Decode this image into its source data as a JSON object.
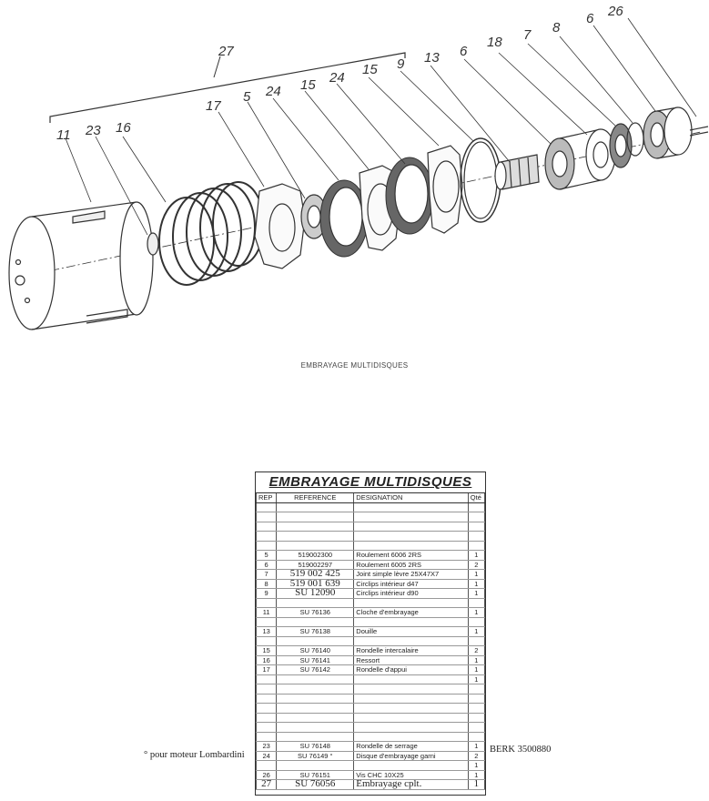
{
  "diagram": {
    "callouts": [
      "27",
      "11",
      "23",
      "16",
      "17",
      "5",
      "24",
      "15",
      "24",
      "15",
      "9",
      "13",
      "6",
      "18",
      "7",
      "8",
      "6",
      "26"
    ],
    "caption": "EMBRAYAGE MULTIDISQUES"
  },
  "table": {
    "title": "EMBRAYAGE MULTIDISQUES",
    "headers": [
      "REP",
      "REFERENCE",
      "DESIGNATION",
      "Qté"
    ],
    "rows": [
      {
        "rep": "",
        "ref": "",
        "des": "",
        "qty": ""
      },
      {
        "rep": "",
        "ref": "",
        "des": "",
        "qty": ""
      },
      {
        "rep": "",
        "ref": "",
        "des": "",
        "qty": ""
      },
      {
        "rep": "",
        "ref": "",
        "des": "",
        "qty": ""
      },
      {
        "rep": "",
        "ref": "",
        "des": "",
        "qty": ""
      },
      {
        "rep": "5",
        "ref": "519002300",
        "des": "Roulement 6006 2RS",
        "qty": "1"
      },
      {
        "rep": "6",
        "ref": "519002297",
        "des": "Roulement 6005 2RS",
        "qty": "2"
      },
      {
        "rep": "7",
        "ref": "519 002 425",
        "des": "Joint simple lèvre 25X47X7",
        "qty": "1"
      },
      {
        "rep": "8",
        "ref": "519 001 639",
        "des": "Circlips intérieur d47",
        "qty": "1"
      },
      {
        "rep": "9",
        "ref": "SU 12090",
        "des": "Circlips intérieur d90",
        "qty": "1"
      },
      {
        "rep": "",
        "ref": "",
        "des": "",
        "qty": ""
      },
      {
        "rep": "11",
        "ref": "SU 76136",
        "des": "Cloche d'embrayage",
        "qty": "1"
      },
      {
        "rep": "",
        "ref": "",
        "des": "",
        "qty": ""
      },
      {
        "rep": "13",
        "ref": "SU 76138",
        "des": "Douille",
        "qty": "1"
      },
      {
        "rep": "",
        "ref": "",
        "des": "",
        "qty": ""
      },
      {
        "rep": "15",
        "ref": "SU 76140",
        "des": "Rondelle intercalaire",
        "qty": "2"
      },
      {
        "rep": "16",
        "ref": "SU 76141",
        "des": "Ressort",
        "qty": "1"
      },
      {
        "rep": "17",
        "ref": "SU 76142",
        "des": "Rondelle d'appui",
        "qty": "1"
      },
      {
        "rep": "",
        "ref": "",
        "des": "",
        "qty": "1"
      },
      {
        "rep": "",
        "ref": "",
        "des": "",
        "qty": ""
      },
      {
        "rep": "",
        "ref": "",
        "des": "",
        "qty": ""
      },
      {
        "rep": "",
        "ref": "",
        "des": "",
        "qty": ""
      },
      {
        "rep": "",
        "ref": "",
        "des": "",
        "qty": ""
      },
      {
        "rep": "",
        "ref": "",
        "des": "",
        "qty": ""
      },
      {
        "rep": "",
        "ref": "",
        "des": "",
        "qty": ""
      },
      {
        "rep": "23",
        "ref": "SU 76148",
        "des": "Rondelle de serrage",
        "qty": "1"
      },
      {
        "rep": "24",
        "ref": "SU 76149  °",
        "des": "Disque d'embrayage garni",
        "qty": "2"
      },
      {
        "rep": "",
        "ref": "",
        "des": "",
        "qty": "1"
      },
      {
        "rep": "26",
        "ref": "SU 76151",
        "des": "Vis CHC 10X25",
        "qty": "1"
      },
      {
        "rep": "27",
        "ref": "SU 76056",
        "des": "Embrayage cplt.",
        "qty": "1"
      }
    ],
    "left_note": "° pour moteur Lombardini",
    "right_note": "BERK 3500880"
  }
}
